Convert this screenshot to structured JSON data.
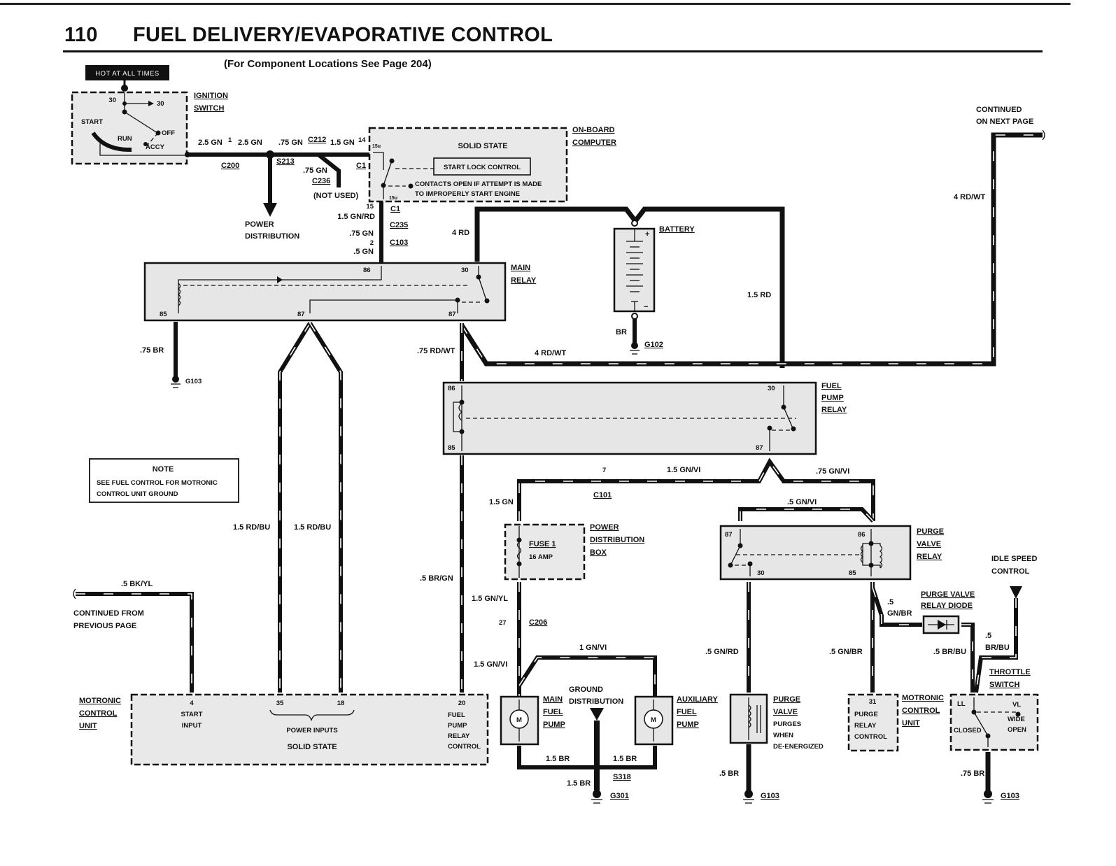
{
  "page": {
    "number": "110",
    "title": "FUEL DELIVERY/EVAPORATIVE CONTROL",
    "subtitle": "(For Component Locations See Page 204)"
  },
  "ignition": {
    "hot_badge": "HOT AT ALL TIMES",
    "name_line1": "IGNITION",
    "name_line2": "SWITCH",
    "pos_30_left": "30",
    "pos_30_right": "30",
    "start": "START",
    "run": "RUN",
    "off": "OFF",
    "accy": "ACCY"
  },
  "top_wires": {
    "w1": "2.5 GN",
    "pin1": "1",
    "w2": "2.5 GN",
    "c200": "C200",
    "s213": "S213",
    "w3": ".75 GN",
    "c212": "C212",
    "w4": "1.5 GN",
    "pin14": "14",
    "c1_left": "C1",
    "w_not_used": ".75 GN",
    "c236": "C236",
    "not_used": "(NOT USED)",
    "power_dist_1": "POWER",
    "power_dist_2": "DISTRIBUTION",
    "pin15": "15",
    "c1_below": "C1",
    "w5": "1.5 GN/RD",
    "c235": "C235",
    "w6": ".75 GN",
    "pin2": "2",
    "c103": "C103",
    "w7": ".5 GN"
  },
  "onboard_computer": {
    "name_line1": "ON-BOARD",
    "name_line2": "COMPUTER",
    "solid_state": "SOLID STATE",
    "start_lock": "START LOCK CONTROL",
    "note_line1": "CONTACTS OPEN IF ATTEMPT IS MADE",
    "note_line2": "TO IMPROPERLY START ENGINE",
    "pin_15u_top": "15u",
    "pin_15u_bot": "15u"
  },
  "main_relay": {
    "name_line1": "MAIN",
    "name_line2": "RELAY",
    "pin86": "86",
    "pin30": "30",
    "pin85": "85",
    "pin87a": "87",
    "pin87b": "87",
    "w_ground": ".75 BR",
    "ground": "G103",
    "w_4rd": "4 RD",
    "w_out": ".75 RD/WT"
  },
  "battery": {
    "name": "BATTERY",
    "plus": "+",
    "minus": "−",
    "w_br": "BR",
    "ground": "G102",
    "w_15rd": "1.5 RD",
    "w_4rdwt_mid": "4 RD/WT",
    "w_4rdwt_right": "4 RD/WT",
    "continued_1": "CONTINUED",
    "continued_2": "ON NEXT PAGE"
  },
  "fuel_pump_relay": {
    "name_line1": "FUEL",
    "name_line2": "PUMP",
    "name_line3": "RELAY",
    "pin86": "86",
    "pin85": "85",
    "pin30": "30",
    "pin87": "87"
  },
  "note_box": {
    "heading": "NOTE",
    "line1": "SEE FUEL CONTROL FOR MOTRONIC",
    "line2": "CONTROL UNIT GROUND"
  },
  "mid_wires": {
    "rdbu_left": "1.5 RD/BU",
    "rdbu_right": "1.5 RD/BU",
    "brgn": ".5 BR/GN",
    "bkyl": ".5 BK/YL",
    "continued_from_1": "CONTINUED FROM",
    "continued_from_2": "PREVIOUS PAGE",
    "gn15": "1.5 GN",
    "pin7": "7",
    "c101": "C101",
    "gnvi15": "1.5 GN/VI",
    "gnvi075": ".75 GN/VI",
    "gnvi05": ".5 GN/VI"
  },
  "power_box": {
    "name_line1": "POWER",
    "name_line2": "DISTRIBUTION",
    "name_line3": "BOX",
    "fuse": "FUSE 1",
    "amp": "16 AMP",
    "w_gnyl": "1.5 GN/YL",
    "pin27": "27",
    "c206": "C206",
    "w_gnvi": "1.5 GN/VI",
    "w_1gnvi": "1 GN/VI"
  },
  "purge_relay": {
    "name_line1": "PURGE",
    "name_line2": "VALVE",
    "name_line3": "RELAY",
    "pin87": "87",
    "pin86": "86",
    "pin30": "30",
    "pin85": "85"
  },
  "purge_diode": {
    "name_line1": "PURGE VALVE",
    "name_line2": "RELAY DIODE",
    "w_gnbr_a": ".5",
    "w_gnbr_b": "GN/BR",
    "w_brbu": ".5 BR/BU",
    "w_brbu2_a": ".5",
    "w_brbu2_b": "BR/BU"
  },
  "idle_speed": {
    "line1": "IDLE SPEED",
    "line2": "CONTROL"
  },
  "motronic": {
    "name_line1": "MOTRONIC",
    "name_line2": "CONTROL",
    "name_line3": "UNIT",
    "pin4": "4",
    "start_input_1": "START",
    "start_input_2": "INPUT",
    "pin35": "35",
    "pin18": "18",
    "power_inputs": "POWER INPUTS",
    "solid_state": "SOLID STATE",
    "pin20": "20",
    "fprc_1": "FUEL",
    "fprc_2": "PUMP",
    "fprc_3": "RELAY",
    "fprc_4": "CONTROL"
  },
  "pumps": {
    "main_1": "MAIN",
    "main_2": "FUEL",
    "main_3": "PUMP",
    "aux_1": "AUXILIARY",
    "aux_2": "FUEL",
    "aux_3": "PUMP",
    "motor": "M",
    "gnd_dist_1": "GROUND",
    "gnd_dist_2": "DISTRIBUTION",
    "br_left": "1.5 BR",
    "br_right": "1.5 BR",
    "br_down": "1.5 BR",
    "s318": "S318",
    "g301": "G301"
  },
  "purge_valve": {
    "name_line1": "PURGE",
    "name_line2": "VALVE",
    "desc_1": "PURGES",
    "desc_2": "WHEN",
    "desc_3": "DE-ENERGIZED",
    "w_gnrd": ".5 GN/RD",
    "w_br": ".5 BR",
    "ground": "G103"
  },
  "motronic_small": {
    "pin31": "31",
    "l1": "PURGE",
    "l2": "RELAY",
    "l3": "CONTROL",
    "name_1": "MOTRONIC",
    "name_2": "CONTROL",
    "name_3": "UNIT",
    "w_gnbr": ".5 GN/BR"
  },
  "throttle": {
    "name_1": "THROTTLE",
    "name_2": "SWITCH",
    "ll": "LL",
    "vl": "VL",
    "closed": "CLOSED",
    "wide": "WIDE",
    "open": "OPEN",
    "w_br": ".75 BR",
    "ground": "G103"
  }
}
